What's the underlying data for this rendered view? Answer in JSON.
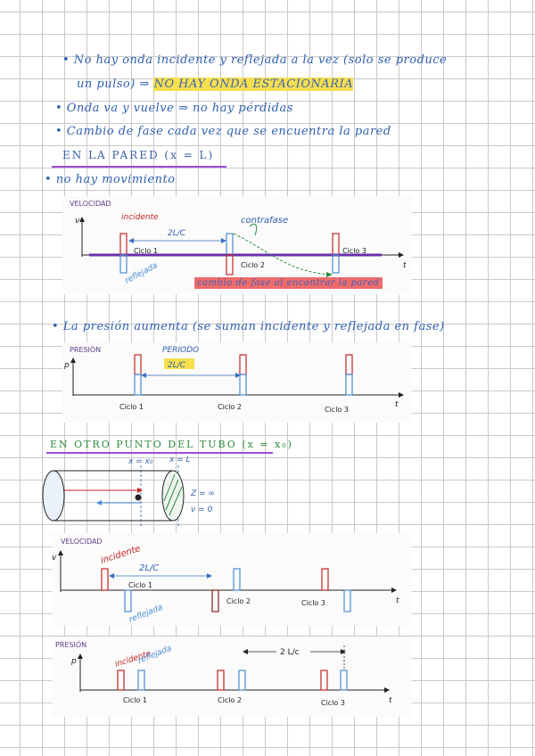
{
  "lines": {
    "line1a": "• No hay onda incidente y reflejada a la vez (solo se produce",
    "line1b_prefix": "un pulso) ⇒",
    "line1b_highlight": "NO HAY ONDA ESTACIONARIA",
    "line2": "• Onda va y vuelve ⇒ no hay pérdidas",
    "line3": "• Cambio de fase cada vez que se encuentra la pared",
    "section1": "EN LA PARED (x = L)",
    "line4": "• no hay movimiento",
    "line5": "• La presión aumenta (se suman incidente y reflejada en fase)",
    "section2": "EN OTRO PUNTO DEL TUBO (x = x₀)"
  },
  "fig1": {
    "title": "VELOCIDAD",
    "axis_y": "v",
    "axis_x": "t",
    "incidente": "incidente",
    "reflejada": "reflejada",
    "period": "2L/C",
    "contrafase": "contrafase",
    "cycles": [
      "Ciclo 1",
      "Ciclo 2",
      "Ciclo 3"
    ],
    "note": "cambio de fase al encontrar la pared"
  },
  "fig2": {
    "title": "PRESIÓN",
    "axis_y": "p",
    "axis_x": "t",
    "periodo": "PERIODO",
    "period": "2L/C",
    "cycles": [
      "Ciclo 1",
      "Ciclo 2",
      "Ciclo 3"
    ]
  },
  "tube": {
    "x0": "x = x₀",
    "xL": "x = L",
    "z": "Z = ∞",
    "v": "v = 0"
  },
  "fig3": {
    "title": "VELOCIDAD",
    "axis_y": "v",
    "axis_x": "t",
    "incidente": "incidente",
    "reflejada": "reflejada",
    "period": "2L/C",
    "cycles": [
      "Ciclo 1",
      "Ciclo 2",
      "Ciclo 3"
    ]
  },
  "fig4": {
    "title": "PRESIÓN",
    "axis_y": "p",
    "axis_x": "t",
    "incidente": "incidente",
    "reflejada": "reflejada",
    "period": "2 L/c",
    "cycles": [
      "Ciclo 1",
      "Ciclo 2",
      "Ciclo 3"
    ]
  },
  "colors": {
    "ink": "#2f5fb0",
    "incident": "#c42323",
    "reflected": "#4a8bd6",
    "purple": "#9c4fd6",
    "highlight_yellow": "#f5df4d",
    "highlight_red": "#ef6b6b"
  }
}
